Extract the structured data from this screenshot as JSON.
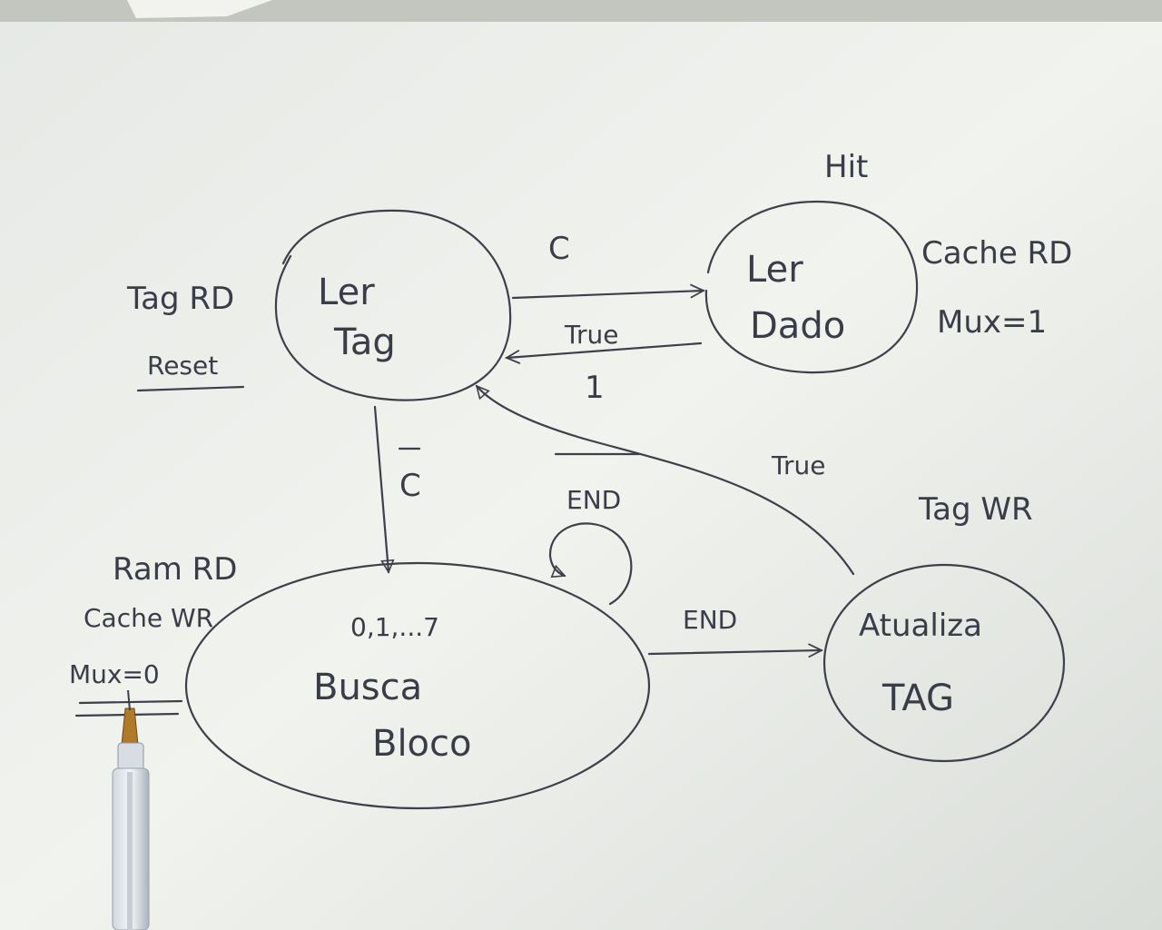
{
  "title": "Hit",
  "states": {
    "ler_tag": {
      "line1": "Ler",
      "line2": "Tag",
      "outputs": [
        "Tag RD",
        "Reset"
      ]
    },
    "ler_dado": {
      "line1": "Ler",
      "line2": "Dado",
      "outputs": [
        "Cache RD",
        "Mux=1"
      ]
    },
    "busca_bloco": {
      "counter": "0,1,...7",
      "line1": "Busca",
      "line2": "Bloco",
      "outputs": [
        "Ram RD",
        "Cache WR",
        "Mux=0"
      ]
    },
    "atualiza_tag": {
      "line1": "Atualiza",
      "line2": "TAG",
      "outputs": [
        "Tag WR"
      ]
    }
  },
  "transitions": {
    "tag_to_dado": "C",
    "dado_to_tag_cond": "True",
    "dado_to_tag_out": "1",
    "tag_to_busca": "C",
    "busca_self": "END",
    "busca_to_atualiza": "END",
    "atualiza_to_tag": "True"
  },
  "colors": {
    "paper": "#eef0ec",
    "ink": "#3d3f4a",
    "background": "#b9bcb6",
    "pen_cap": "#b07a2a"
  }
}
